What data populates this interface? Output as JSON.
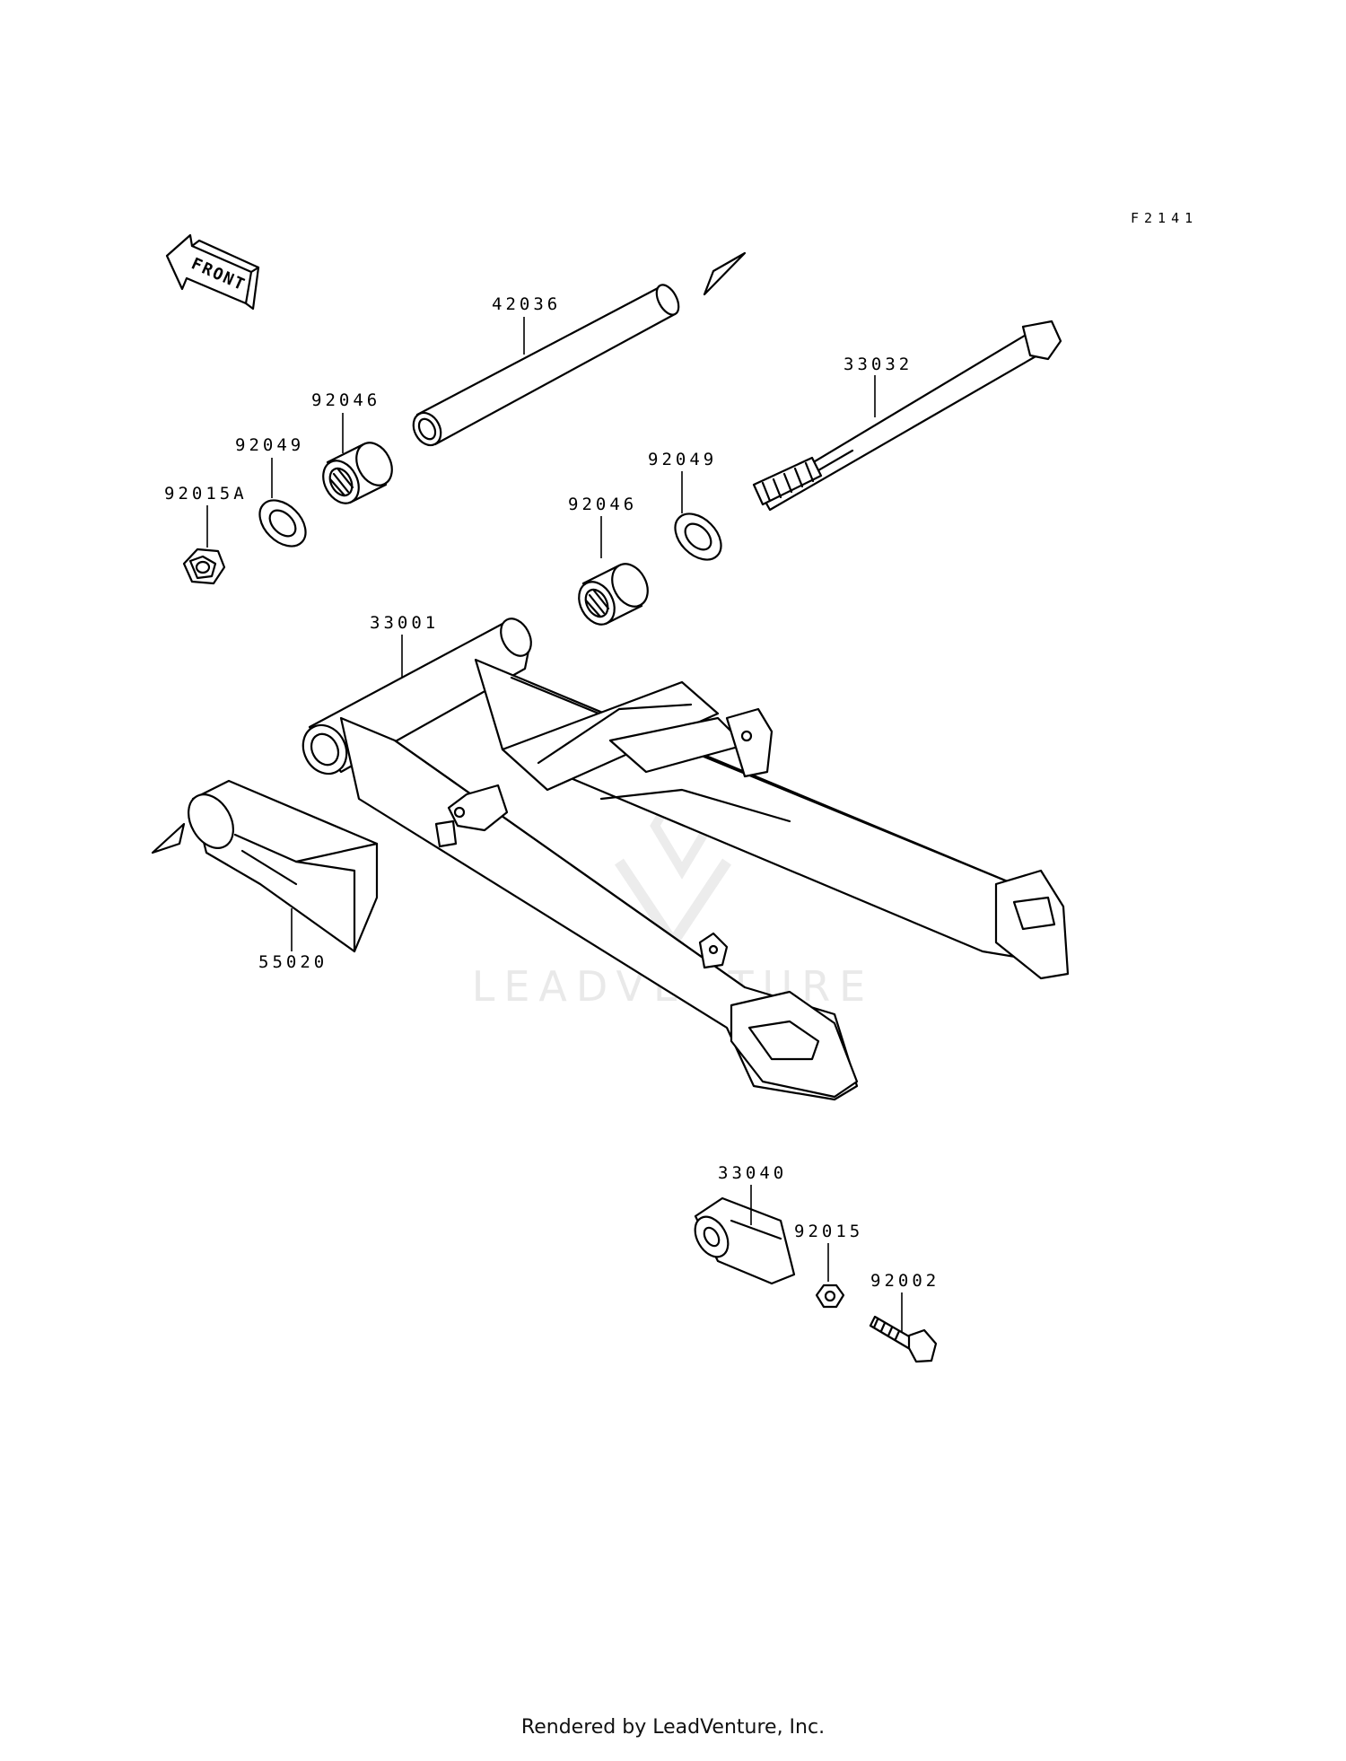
{
  "diagram_code": "F2141",
  "front_label": "FRONT",
  "watermark": "LEADVENTURE",
  "footer": "Rendered by LeadVenture, Inc.",
  "parts": [
    {
      "id": "42036",
      "label": "42036"
    },
    {
      "id": "33032",
      "label": "33032"
    },
    {
      "id": "92046a",
      "label": "92046"
    },
    {
      "id": "92049a",
      "label": "92049"
    },
    {
      "id": "92015A",
      "label": "92015A"
    },
    {
      "id": "92046b",
      "label": "92046"
    },
    {
      "id": "92049b",
      "label": "92049"
    },
    {
      "id": "33001",
      "label": "33001"
    },
    {
      "id": "55020",
      "label": "55020"
    },
    {
      "id": "33040",
      "label": "33040"
    },
    {
      "id": "92015",
      "label": "92015"
    },
    {
      "id": "92002",
      "label": "92002"
    }
  ]
}
